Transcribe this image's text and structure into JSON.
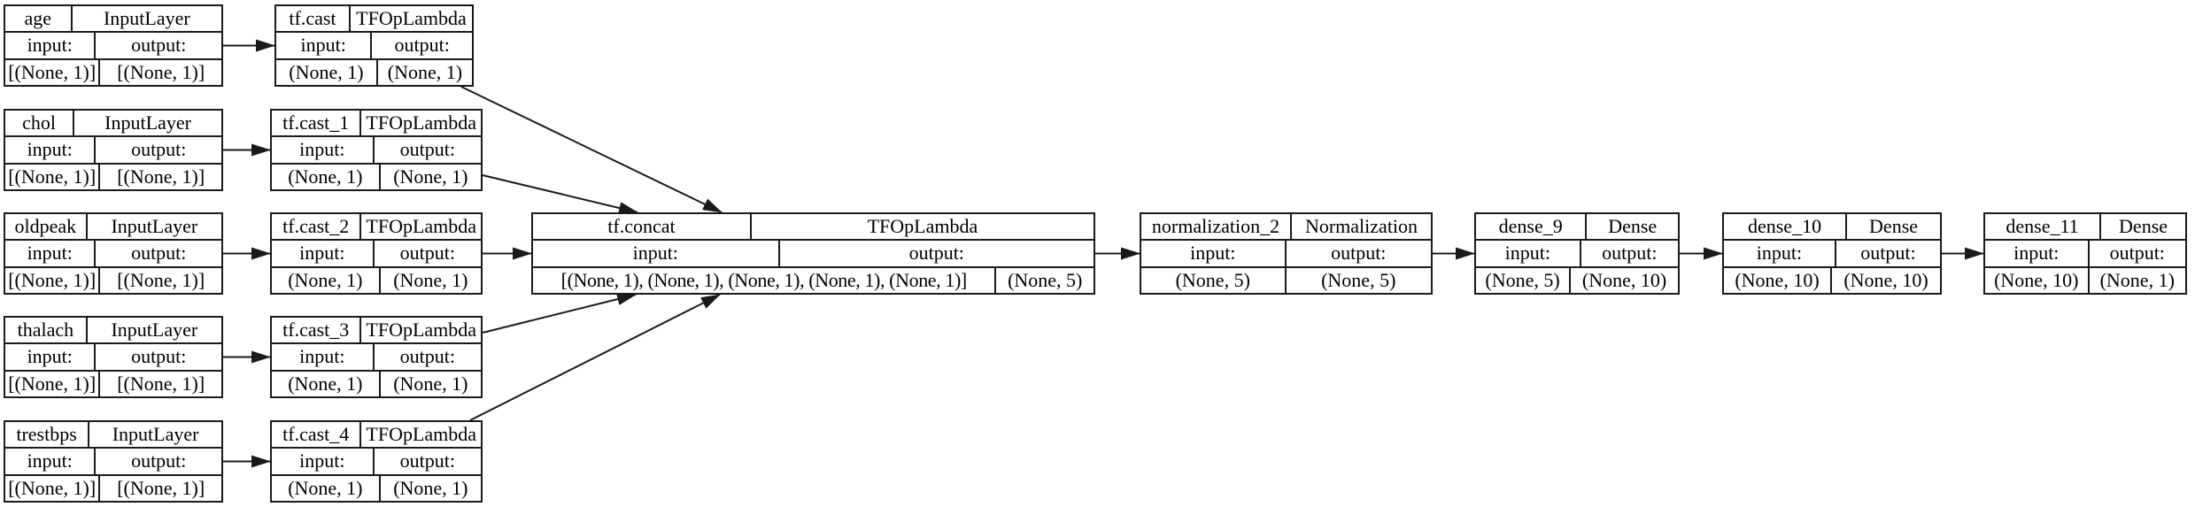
{
  "diagram": {
    "kind": "keras-model-plot",
    "row_labels": {
      "input": "input:",
      "output": "output:"
    },
    "colors": {
      "border": "#1a1a1a",
      "edge": "#1a1a1a",
      "node_fill": "#ffffff",
      "background": "#ffffff",
      "text": "#000000"
    },
    "nodes": [
      {
        "name": "age",
        "cls": "InputLayer",
        "in": "[(None, 1)]",
        "out": "[(None, 1)]"
      },
      {
        "name": "tf.cast",
        "cls": "TFOpLambda",
        "in": "(None, 1)",
        "out": "(None, 1)"
      },
      {
        "name": "chol",
        "cls": "InputLayer",
        "in": "[(None, 1)]",
        "out": "[(None, 1)]"
      },
      {
        "name": "tf.cast_1",
        "cls": "TFOpLambda",
        "in": "(None, 1)",
        "out": "(None, 1)"
      },
      {
        "name": "oldpeak",
        "cls": "InputLayer",
        "in": "[(None, 1)]",
        "out": "[(None, 1)]"
      },
      {
        "name": "tf.cast_2",
        "cls": "TFOpLambda",
        "in": "(None, 1)",
        "out": "(None, 1)"
      },
      {
        "name": "thalach",
        "cls": "InputLayer",
        "in": "[(None, 1)]",
        "out": "[(None, 1)]"
      },
      {
        "name": "tf.cast_3",
        "cls": "TFOpLambda",
        "in": "(None, 1)",
        "out": "(None, 1)"
      },
      {
        "name": "trestbps",
        "cls": "InputLayer",
        "in": "[(None, 1)]",
        "out": "[(None, 1)]"
      },
      {
        "name": "tf.cast_4",
        "cls": "TFOpLambda",
        "in": "(None, 1)",
        "out": "(None, 1)"
      },
      {
        "name": "tf.concat",
        "cls": "TFOpLambda",
        "in": "[(None, 1), (None, 1), (None, 1), (None, 1), (None, 1)]",
        "out": "(None, 5)"
      },
      {
        "name": "normalization_2",
        "cls": "Normalization",
        "in": "(None, 5)",
        "out": "(None, 5)"
      },
      {
        "name": "dense_9",
        "cls": "Dense",
        "in": "(None, 5)",
        "out": "(None, 10)"
      },
      {
        "name": "dense_10",
        "cls": "Dense",
        "in": "(None, 10)",
        "out": "(None, 10)"
      },
      {
        "name": "dense_11",
        "cls": "Dense",
        "in": "(None, 10)",
        "out": "(None, 1)"
      }
    ],
    "edges": [
      {
        "from": "age",
        "to": "tf.cast"
      },
      {
        "from": "chol",
        "to": "tf.cast_1"
      },
      {
        "from": "oldpeak",
        "to": "tf.cast_2"
      },
      {
        "from": "thalach",
        "to": "tf.cast_3"
      },
      {
        "from": "trestbps",
        "to": "tf.cast_4"
      },
      {
        "from": "tf.cast",
        "to": "tf.concat"
      },
      {
        "from": "tf.cast_1",
        "to": "tf.concat"
      },
      {
        "from": "tf.cast_2",
        "to": "tf.concat"
      },
      {
        "from": "tf.cast_3",
        "to": "tf.concat"
      },
      {
        "from": "tf.cast_4",
        "to": "tf.concat"
      },
      {
        "from": "tf.concat",
        "to": "normalization_2"
      },
      {
        "from": "normalization_2",
        "to": "dense_9"
      },
      {
        "from": "dense_9",
        "to": "dense_10"
      },
      {
        "from": "dense_10",
        "to": "dense_11"
      }
    ]
  }
}
